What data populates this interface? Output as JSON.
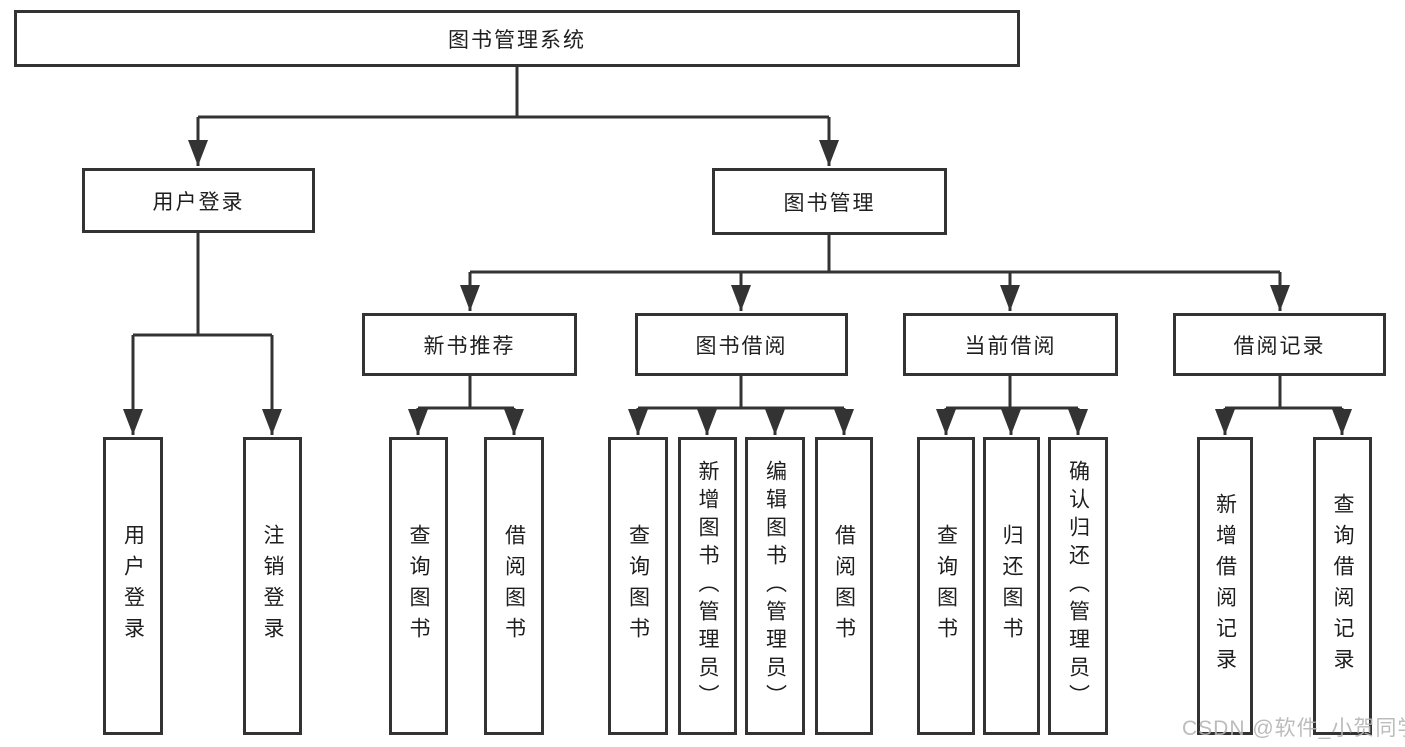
{
  "tree": {
    "label": "图书管理系统",
    "children": [
      {
        "label": "用户登录",
        "children": [
          {
            "label": "用户登录"
          },
          {
            "label": "注销登录"
          }
        ]
      },
      {
        "label": "图书管理",
        "children": [
          {
            "label": "新书推荐",
            "children": [
              {
                "label": "查询图书"
              },
              {
                "label": "借阅图书"
              }
            ]
          },
          {
            "label": "图书借阅",
            "children": [
              {
                "label": "查询图书"
              },
              {
                "label": "新增图书（管理员）"
              },
              {
                "label": "编辑图书（管理员）"
              },
              {
                "label": "借阅图书"
              }
            ]
          },
          {
            "label": "当前借阅",
            "children": [
              {
                "label": "查询图书"
              },
              {
                "label": "归还图书"
              },
              {
                "label": "确认归还（管理员）"
              }
            ]
          },
          {
            "label": "借阅记录",
            "children": [
              {
                "label": "新增借阅记录"
              },
              {
                "label": "查询借阅记录"
              }
            ]
          }
        ]
      }
    ]
  },
  "watermark": {
    "text": "CSDN @软件_小贺同学"
  },
  "colors": {
    "line": "#333333",
    "text": "#1e1e1e",
    "watermark": "#b5b5b5",
    "background": "#ffffff"
  }
}
